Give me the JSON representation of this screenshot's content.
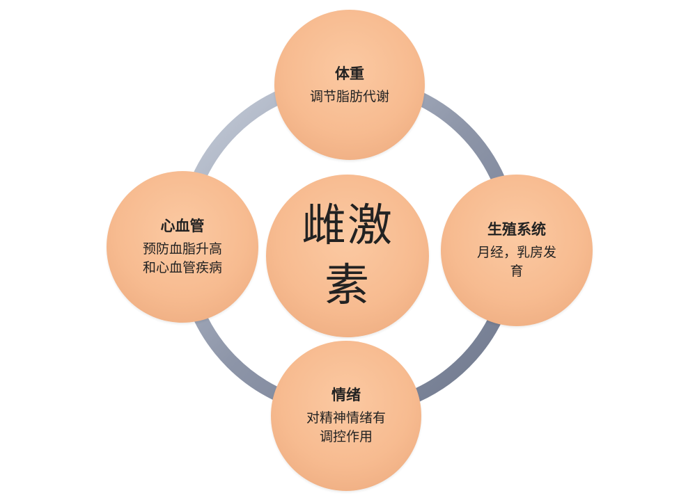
{
  "center": {
    "line1": "雌激",
    "line2": "素"
  },
  "nodes": {
    "top": {
      "title": "体重",
      "desc1": "调节脂肪代谢",
      "desc2": ""
    },
    "left": {
      "title": "心血管",
      "desc1": "预防血脂升高",
      "desc2": "和心血管疾病"
    },
    "right": {
      "title": "生殖系统",
      "desc1": "月经，乳房发",
      "desc2": "育"
    },
    "bottom": {
      "title": "情绪",
      "desc1": "对精神情绪有",
      "desc2": "调控作用"
    }
  },
  "colors": {
    "node_fill": "#f7bb90",
    "ring": "#8e96a8"
  }
}
